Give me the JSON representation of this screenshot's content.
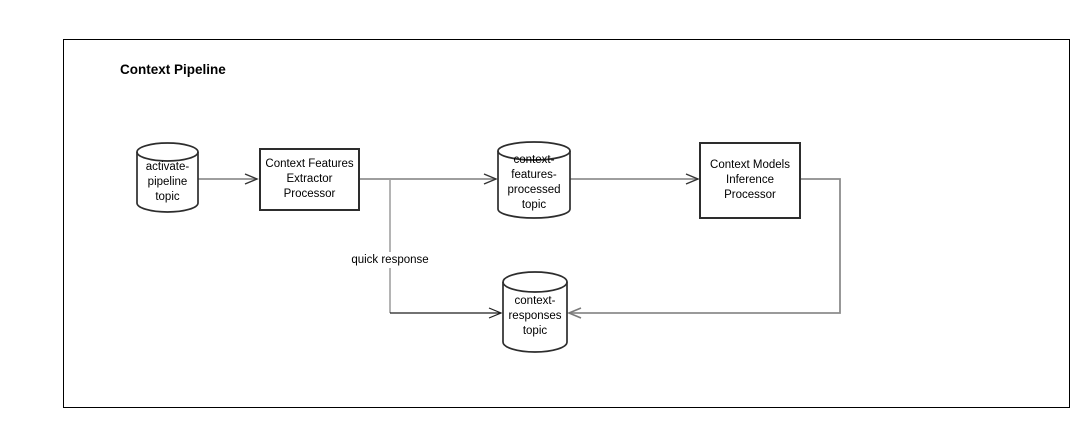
{
  "diagram": {
    "title": "Context Pipeline",
    "nodes": [
      {
        "id": "activate-pipeline-topic",
        "type": "cylinder",
        "label": "activate-\npipeline\ntopic"
      },
      {
        "id": "context-features-extractor",
        "type": "process",
        "label": "Context Features\nExtractor\nProcessor"
      },
      {
        "id": "context-features-processed-topic",
        "type": "cylinder",
        "label": "context-\nfeatures-\nprocessed\ntopic"
      },
      {
        "id": "context-models-inference",
        "type": "process",
        "label": "Context Models\nInference\nProcessor"
      },
      {
        "id": "context-responses-topic",
        "type": "cylinder",
        "label": "context-\nresponses\ntopic"
      }
    ],
    "edges": [
      {
        "from": "activate-pipeline-topic",
        "to": "context-features-extractor",
        "label": ""
      },
      {
        "from": "context-features-extractor",
        "to": "context-features-processed-topic",
        "label": ""
      },
      {
        "from": "context-features-extractor",
        "to": "context-responses-topic",
        "label": "quick response"
      },
      {
        "from": "context-features-processed-topic",
        "to": "context-models-inference",
        "label": ""
      },
      {
        "from": "context-models-inference",
        "to": "context-responses-topic",
        "label": ""
      }
    ],
    "colors": {
      "background": "#ffffff",
      "frame_border": "#000000",
      "node_border": "#2d2d2d",
      "node_fill": "#ffffff",
      "edge_gray": "#808080",
      "edge_dark": "#1f1f1f",
      "arrowhead_dark": "#333333",
      "text": "#000000"
    }
  }
}
